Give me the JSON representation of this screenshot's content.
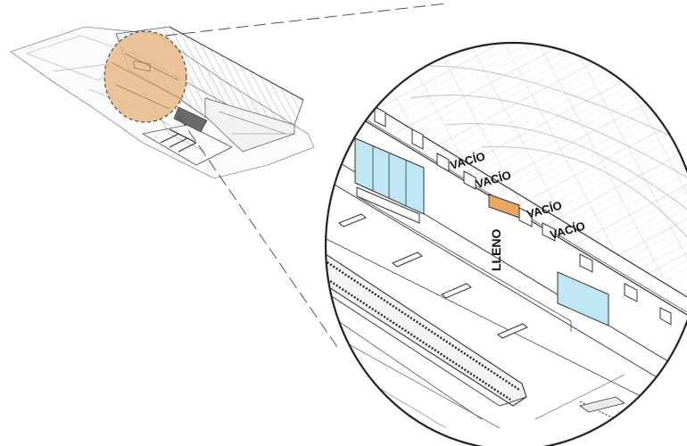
{
  "labels": {
    "vacio_1": "VACÍO",
    "vacio_2": "VACÍO",
    "vacio_3": "VACÍO",
    "vacio_4": "VACÍO",
    "lleno": "LLENO"
  },
  "colors": {
    "highlight": "#e8b987",
    "filled_cell": "#e8a765",
    "glass": "#bfe6f3",
    "line": "#3a3a3a",
    "light_line": "#9a9a9a"
  }
}
